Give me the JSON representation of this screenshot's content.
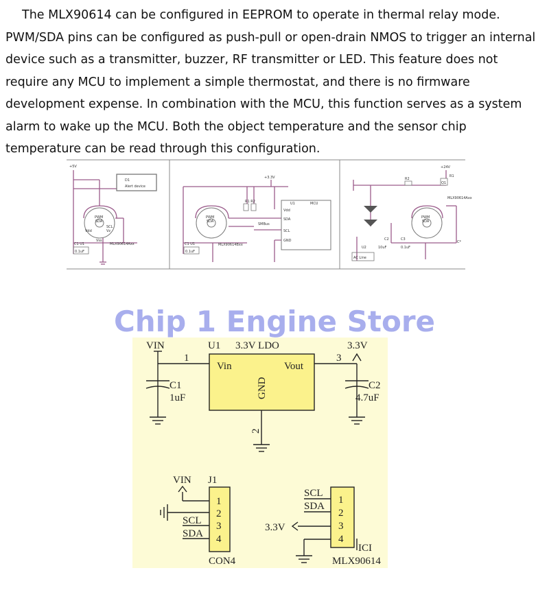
{
  "intro": {
    "paragraph": "The MLX90614 can be configured in EEPROM to operate in thermal relay mode. PWM/SDA pins can be configured as push-pull or open-drain NMOS to trigger an internal device such as a transmitter, buzzer, RF transmitter or LED. This feature does not require any MCU to implement a simple thermostat, and there is no firmware development expense. In combination with the MCU, this function serves as a system alarm to wake up the MCU. Both the object temperature and the sensor chip temperature can be read through this configuration."
  },
  "watermark": "Chip 1 Engine Store",
  "colors": {
    "wire": "#9a5a8a",
    "board": "#fdfbd6",
    "ldo_fill": "#fbf28c",
    "watermark": "#9aa0ea"
  },
  "panel1": {
    "supply": "+5V",
    "d1": "D1",
    "alert": "Alert device",
    "c1": "C1 U1",
    "c1_val": "0.1uF",
    "chip": "MLX90614Axx",
    "pwm": "PWM",
    "sda": "SDA",
    "vdd": "Vdd",
    "scl": "SCL",
    "vz": "Vz",
    "vss": "Vss"
  },
  "panel2": {
    "supply": "+3.3V",
    "r1r2": "R1 R2",
    "u1": "U1",
    "mcu": "MCU",
    "vdd": "Vdd",
    "sda": "SDA",
    "scl": "SCL",
    "gnd": "GND",
    "smbus": "SMBus",
    "c1": "C1 U1",
    "c1_val": "0.1uF",
    "chip": "MLX90614Bxx",
    "pwm": "PWM",
    "sda_pin": "SDA"
  },
  "panel3": {
    "supply": "+24V",
    "r2": "R2",
    "r1": "R1",
    "q1": "Q1",
    "chip": "MLX90614Axx",
    "c2": "C2",
    "c2_val": "10uF",
    "c3": "C3",
    "c3_val": "0.1uF",
    "u2": "U2",
    "ac": "AC Line",
    "cstar": "C*",
    "pwm": "PWM",
    "sda": "SDA"
  },
  "ldo": {
    "vin_label": "VIN",
    "u1": "U1",
    "u1_name": "3.3V LDO",
    "out_label": "3.3V",
    "pin1": "1",
    "pin2": "2",
    "pin3": "3",
    "vin_pin": "Vin",
    "vout_pin": "Vout",
    "gnd_pin": "GND",
    "c1": "C1",
    "c1_val": "1uF",
    "c2": "C2",
    "c2_val": "4.7uF"
  },
  "j1": {
    "vin_label": "VIN",
    "name": "J1",
    "pins": [
      "1",
      "2",
      "3",
      "4"
    ],
    "scl": "SCL",
    "sda": "SDA",
    "part": "CON4"
  },
  "ic1": {
    "scl": "SCL",
    "sda": "SDA",
    "v33": "3.3V",
    "pins": [
      "1",
      "2",
      "3",
      "4"
    ],
    "name": "ICI",
    "part": "MLX90614"
  }
}
